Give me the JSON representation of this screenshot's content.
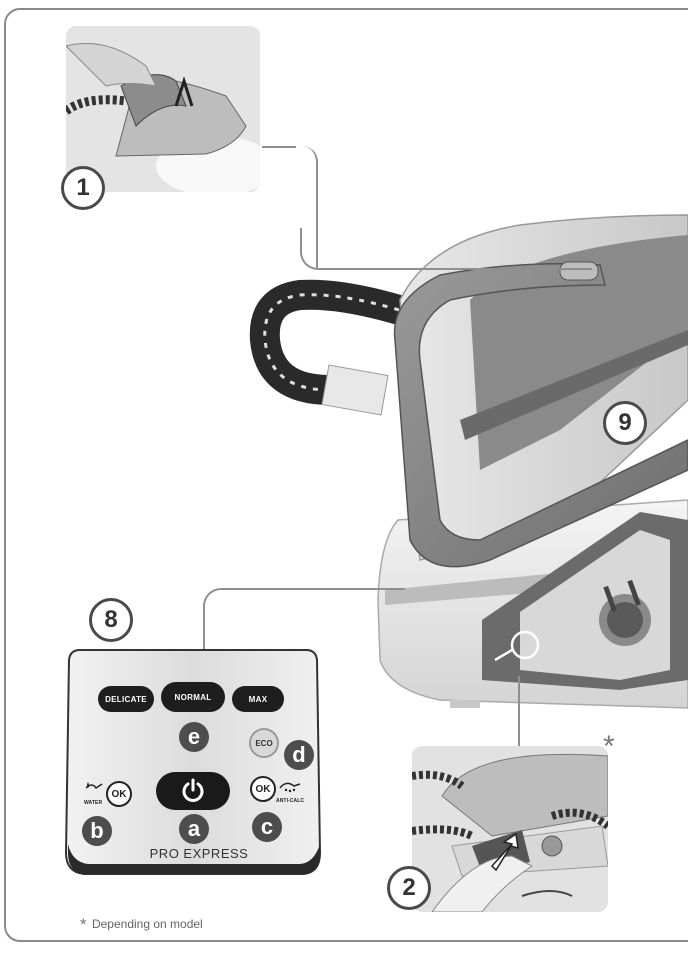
{
  "callouts": {
    "c1": "1",
    "c2": "2",
    "c8": "8",
    "c9": "9"
  },
  "panel": {
    "buttons": {
      "delicate": "DELICATE",
      "normal": "NORMAL",
      "max": "MAX",
      "eco": "ECO"
    },
    "ok": "OK",
    "water": "WATER",
    "anticalc": "ANTI-CALC",
    "brand": "PRO EXPRESS",
    "letters": {
      "a": "a",
      "b": "b",
      "c": "c",
      "d": "d",
      "e": "e"
    }
  },
  "footnote": {
    "star": "*",
    "text": "Depending on model"
  },
  "asterisk": "*",
  "icons": [
    "power-icon",
    "water-drop-icon",
    "anti-calc-icon",
    "plug-icon",
    "power-socket-icon",
    "arrow-icon"
  ],
  "colors": {
    "outline": "#8a8a8a",
    "badge": "#4d4d4d",
    "button": "#1e1e1e"
  }
}
